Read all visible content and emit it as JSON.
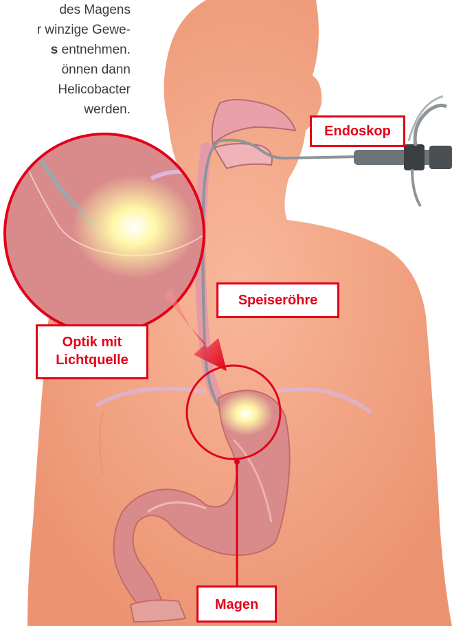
{
  "intro": {
    "lines": [
      "des Magens",
      "r winzige Gewe-",
      "entnehmen.",
      "önnen dann",
      "Helicobacter",
      "werden."
    ],
    "bold_fragment": "s"
  },
  "labels": {
    "endoskop": "Endoskop",
    "speiseroehre": "Speiseröhre",
    "optik_line1": "Optik mit",
    "optik_line2": "Lichtquelle",
    "magen": "Magen"
  },
  "colors": {
    "accent": "#e2001a",
    "skin": "#f4a882",
    "stomach": "#d98b8b",
    "text": "#3a3a3a"
  }
}
